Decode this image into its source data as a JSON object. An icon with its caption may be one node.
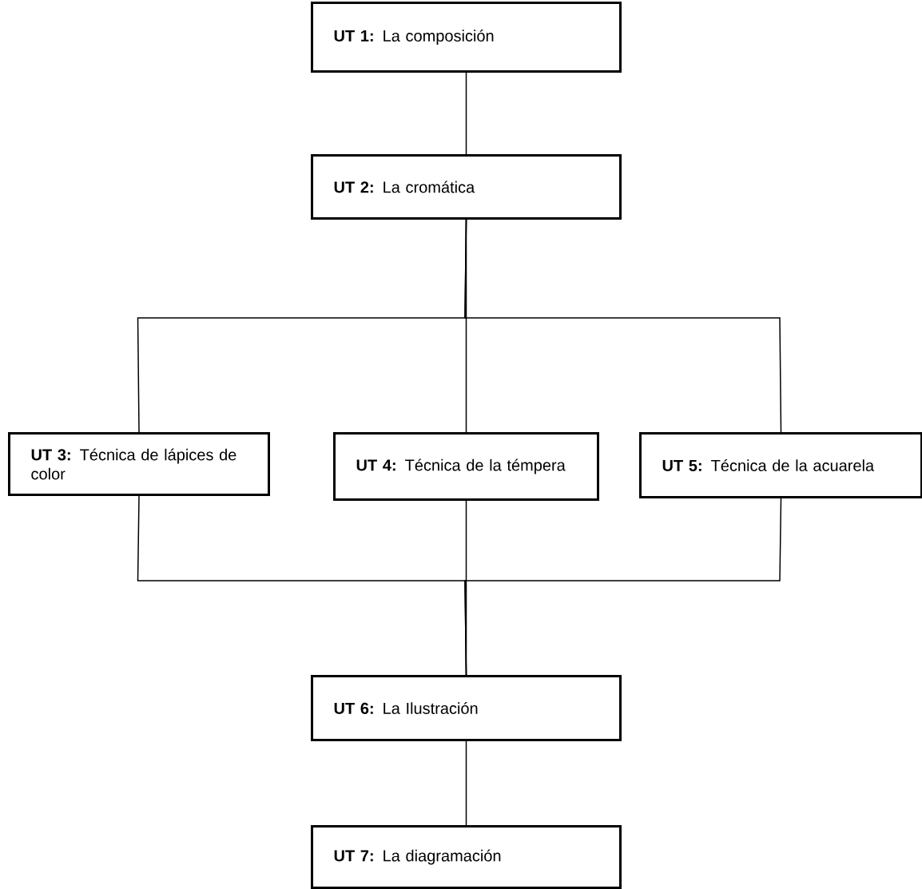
{
  "diagram": {
    "nodes": [
      {
        "text": [
          "**UT 1:** La composición"
        ]
      },
      {
        "text": [
          "**UT 2:** La cromática"
        ]
      },
      {
        "text": [
          "**UT 3:** Técnica de lápices de color"
        ]
      },
      {
        "text": [
          "**UT 4:** Técnica de la témpera"
        ]
      },
      {
        "text": [
          "**UT 5:** Técnica de la acuarela"
        ]
      },
      {
        "text": [
          "**UT 6:** La Ilustración"
        ]
      },
      {
        "text": [
          "**UT 7:** La diagramación"
        ]
      }
    ],
    "edges": [
      {
        "from": 0,
        "to": 1,
        "arrow": "none"
      },
      {
        "from": 1,
        "to": 2,
        "arrow": "none"
      },
      {
        "from": 1,
        "to": 3,
        "arrow": "none"
      },
      {
        "from": 1,
        "to": 4,
        "arrow": "none"
      },
      {
        "from": 2,
        "to": 5,
        "arrow": "none"
      },
      {
        "from": 3,
        "to": 5,
        "arrow": "none"
      },
      {
        "from": 4,
        "to": 5,
        "arrow": "none"
      },
      {
        "from": 5,
        "to": 6,
        "arrow": "none"
      }
    ]
  }
}
